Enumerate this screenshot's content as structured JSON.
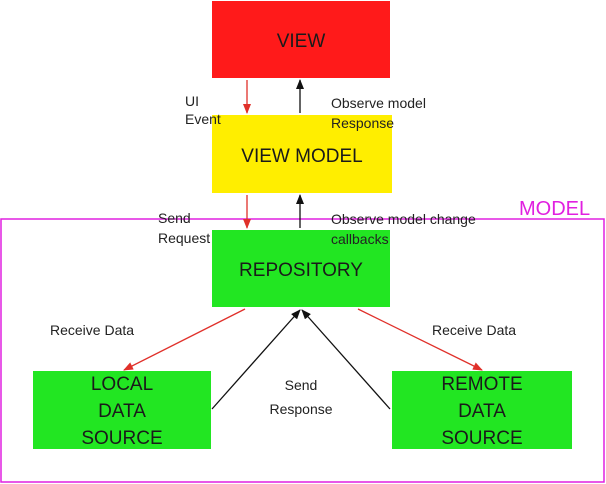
{
  "colors": {
    "view_fill": "#ff1a1a",
    "viewmodel_fill": "#ffee00",
    "green_fill": "#22e622",
    "model_border": "#e020e0",
    "arrow_red": "#e0302a",
    "arrow_black": "#111111"
  },
  "nodes": {
    "view": {
      "label": "VIEW"
    },
    "view_model": {
      "label": "VIEW MODEL"
    },
    "repository": {
      "label": "REPOSITORY"
    },
    "local_data_source": {
      "lines": [
        "LOCAL",
        "DATA",
        "SOURCE"
      ]
    },
    "remote_data_source": {
      "lines": [
        "REMOTE",
        "DATA",
        "SOURCE"
      ]
    }
  },
  "model_group": {
    "label": "MODEL"
  },
  "edges": {
    "ui_event": {
      "lines": [
        "UI",
        "Event"
      ]
    },
    "observe_model_response": {
      "lines": [
        "Observe model",
        "Response"
      ]
    },
    "send_request": {
      "lines": [
        "Send",
        "Request"
      ]
    },
    "observe_model_change": {
      "lines": [
        "Observe model change",
        "callbacks"
      ]
    },
    "receive_data_left": {
      "label": "Receive Data"
    },
    "receive_data_right": {
      "label": "Receive Data"
    },
    "send_response": {
      "lines": [
        "Send",
        "Response"
      ]
    }
  }
}
